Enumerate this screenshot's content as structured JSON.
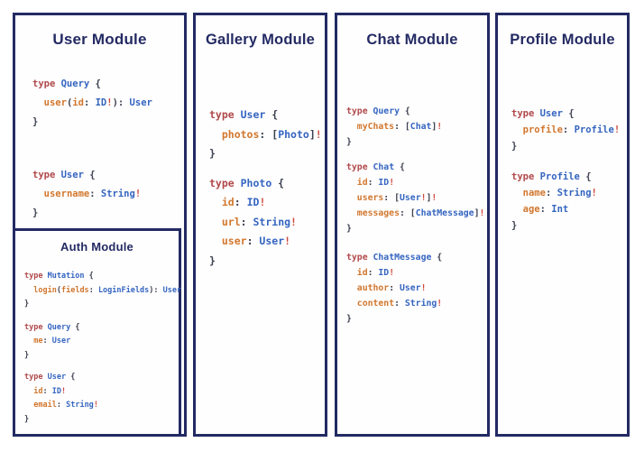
{
  "colors": {
    "navy": "#232a63",
    "keyword": "#b0494b",
    "type": "#3465c0",
    "field": "#d1772e",
    "punct": "#3c4150",
    "bang": "#ce4a3f"
  },
  "panels": [
    {
      "title": "User Module",
      "blocks": [
        [
          [
            [
              "kw",
              "type "
            ],
            [
              "tn",
              "Query "
            ],
            [
              "pn",
              "{"
            ]
          ],
          [
            [
              "pn",
              "  "
            ],
            [
              "fd",
              "user"
            ],
            [
              "pn",
              "("
            ],
            [
              "fd",
              "id"
            ],
            [
              "pn",
              ": "
            ],
            [
              "tn",
              "ID"
            ],
            [
              "bg",
              "!"
            ],
            [
              "pn",
              "): "
            ],
            [
              "tn",
              "User"
            ]
          ],
          [
            [
              "pn",
              "}"
            ]
          ]
        ],
        [
          [
            [
              "kw",
              "type "
            ],
            [
              "tn",
              "User "
            ],
            [
              "pn",
              "{"
            ]
          ],
          [
            [
              "pn",
              "  "
            ],
            [
              "fd",
              "username"
            ],
            [
              "pn",
              ": "
            ],
            [
              "tn",
              "String"
            ],
            [
              "bg",
              "!"
            ]
          ],
          [
            [
              "pn",
              "}"
            ]
          ]
        ]
      ],
      "auth": {
        "title": "Auth Module",
        "blocks": [
          [
            [
              [
                "kw",
                "type "
              ],
              [
                "tn",
                "Mutation "
              ],
              [
                "pn",
                "{"
              ]
            ],
            [
              [
                "pn",
                "  "
              ],
              [
                "fd",
                "login"
              ],
              [
                "pn",
                "("
              ],
              [
                "fd",
                "fields"
              ],
              [
                "pn",
                ": "
              ],
              [
                "tn",
                "LoginFields"
              ],
              [
                "pn",
                "): "
              ],
              [
                "tn",
                "User"
              ]
            ],
            [
              [
                "pn",
                "}"
              ]
            ]
          ],
          [
            [
              [
                "kw",
                "type "
              ],
              [
                "tn",
                "Query "
              ],
              [
                "pn",
                "{"
              ]
            ],
            [
              [
                "pn",
                "  "
              ],
              [
                "fd",
                "me"
              ],
              [
                "pn",
                ": "
              ],
              [
                "tn",
                "User"
              ]
            ],
            [
              [
                "pn",
                "}"
              ]
            ]
          ],
          [
            [
              [
                "kw",
                "type "
              ],
              [
                "tn",
                "User "
              ],
              [
                "pn",
                "{"
              ]
            ],
            [
              [
                "pn",
                "  "
              ],
              [
                "fd",
                "id"
              ],
              [
                "pn",
                ": "
              ],
              [
                "tn",
                "ID"
              ],
              [
                "bg",
                "!"
              ]
            ],
            [
              [
                "pn",
                "  "
              ],
              [
                "fd",
                "email"
              ],
              [
                "pn",
                ": "
              ],
              [
                "tn",
                "String"
              ],
              [
                "bg",
                "!"
              ]
            ],
            [
              [
                "pn",
                "}"
              ]
            ]
          ]
        ]
      }
    },
    {
      "title": "Gallery Module",
      "blocks": [
        [
          [
            [
              "kw",
              "type "
            ],
            [
              "tn",
              "User "
            ],
            [
              "pn",
              "{"
            ]
          ],
          [
            [
              "pn",
              "  "
            ],
            [
              "fd",
              "photos"
            ],
            [
              "pn",
              ": ["
            ],
            [
              "tn",
              "Photo"
            ],
            [
              "pn",
              "]"
            ],
            [
              "bg",
              "!"
            ]
          ],
          [
            [
              "pn",
              "}"
            ]
          ]
        ],
        [
          [
            [
              "kw",
              "type "
            ],
            [
              "tn",
              "Photo "
            ],
            [
              "pn",
              "{"
            ]
          ],
          [
            [
              "pn",
              "  "
            ],
            [
              "fd",
              "id"
            ],
            [
              "pn",
              ": "
            ],
            [
              "tn",
              "ID"
            ],
            [
              "bg",
              "!"
            ]
          ],
          [
            [
              "pn",
              "  "
            ],
            [
              "fd",
              "url"
            ],
            [
              "pn",
              ": "
            ],
            [
              "tn",
              "String"
            ],
            [
              "bg",
              "!"
            ]
          ],
          [
            [
              "pn",
              "  "
            ],
            [
              "fd",
              "user"
            ],
            [
              "pn",
              ": "
            ],
            [
              "tn",
              "User"
            ],
            [
              "bg",
              "!"
            ]
          ],
          [
            [
              "pn",
              "}"
            ]
          ]
        ]
      ]
    },
    {
      "title": "Chat Module",
      "blocks": [
        [
          [
            [
              "kw",
              "type "
            ],
            [
              "tn",
              "Query "
            ],
            [
              "pn",
              "{"
            ]
          ],
          [
            [
              "pn",
              "  "
            ],
            [
              "fd",
              "myChats"
            ],
            [
              "pn",
              ": ["
            ],
            [
              "tn",
              "Chat"
            ],
            [
              "pn",
              "]"
            ],
            [
              "bg",
              "!"
            ]
          ],
          [
            [
              "pn",
              "}"
            ]
          ]
        ],
        [
          [
            [
              "kw",
              "type "
            ],
            [
              "tn",
              "Chat "
            ],
            [
              "pn",
              "{"
            ]
          ],
          [
            [
              "pn",
              "  "
            ],
            [
              "fd",
              "id"
            ],
            [
              "pn",
              ": "
            ],
            [
              "tn",
              "ID"
            ],
            [
              "bg",
              "!"
            ]
          ],
          [
            [
              "pn",
              "  "
            ],
            [
              "fd",
              "users"
            ],
            [
              "pn",
              ": ["
            ],
            [
              "tn",
              "User"
            ],
            [
              "bg",
              "!"
            ],
            [
              "pn",
              "]"
            ],
            [
              "bg",
              "!"
            ]
          ],
          [
            [
              "pn",
              "  "
            ],
            [
              "fd",
              "messages"
            ],
            [
              "pn",
              ": ["
            ],
            [
              "tn",
              "ChatMessage"
            ],
            [
              "pn",
              "]"
            ],
            [
              "bg",
              "!"
            ]
          ],
          [
            [
              "pn",
              "}"
            ]
          ]
        ],
        [
          [
            [
              "kw",
              "type "
            ],
            [
              "tn",
              "ChatMessage "
            ],
            [
              "pn",
              "{"
            ]
          ],
          [
            [
              "pn",
              "  "
            ],
            [
              "fd",
              "id"
            ],
            [
              "pn",
              ": "
            ],
            [
              "tn",
              "ID"
            ],
            [
              "bg",
              "!"
            ]
          ],
          [
            [
              "pn",
              "  "
            ],
            [
              "fd",
              "author"
            ],
            [
              "pn",
              ": "
            ],
            [
              "tn",
              "User"
            ],
            [
              "bg",
              "!"
            ]
          ],
          [
            [
              "pn",
              "  "
            ],
            [
              "fd",
              "content"
            ],
            [
              "pn",
              ": "
            ],
            [
              "tn",
              "String"
            ],
            [
              "bg",
              "!"
            ]
          ],
          [
            [
              "pn",
              "}"
            ]
          ]
        ]
      ]
    },
    {
      "title": "Profile Module",
      "blocks": [
        [
          [
            [
              "kw",
              "type "
            ],
            [
              "tn",
              "User "
            ],
            [
              "pn",
              "{"
            ]
          ],
          [
            [
              "pn",
              "  "
            ],
            [
              "fd",
              "profile"
            ],
            [
              "pn",
              ": "
            ],
            [
              "tn",
              "Profile"
            ],
            [
              "bg",
              "!"
            ]
          ],
          [
            [
              "pn",
              "}"
            ]
          ]
        ],
        [
          [
            [
              "kw",
              "type "
            ],
            [
              "tn",
              "Profile "
            ],
            [
              "pn",
              "{"
            ]
          ],
          [
            [
              "pn",
              "  "
            ],
            [
              "fd",
              "name"
            ],
            [
              "pn",
              ": "
            ],
            [
              "tn",
              "String"
            ],
            [
              "bg",
              "!"
            ]
          ],
          [
            [
              "pn",
              "  "
            ],
            [
              "fd",
              "age"
            ],
            [
              "pn",
              ": "
            ],
            [
              "tn",
              "Int"
            ]
          ],
          [
            [
              "pn",
              "}"
            ]
          ]
        ]
      ]
    }
  ]
}
